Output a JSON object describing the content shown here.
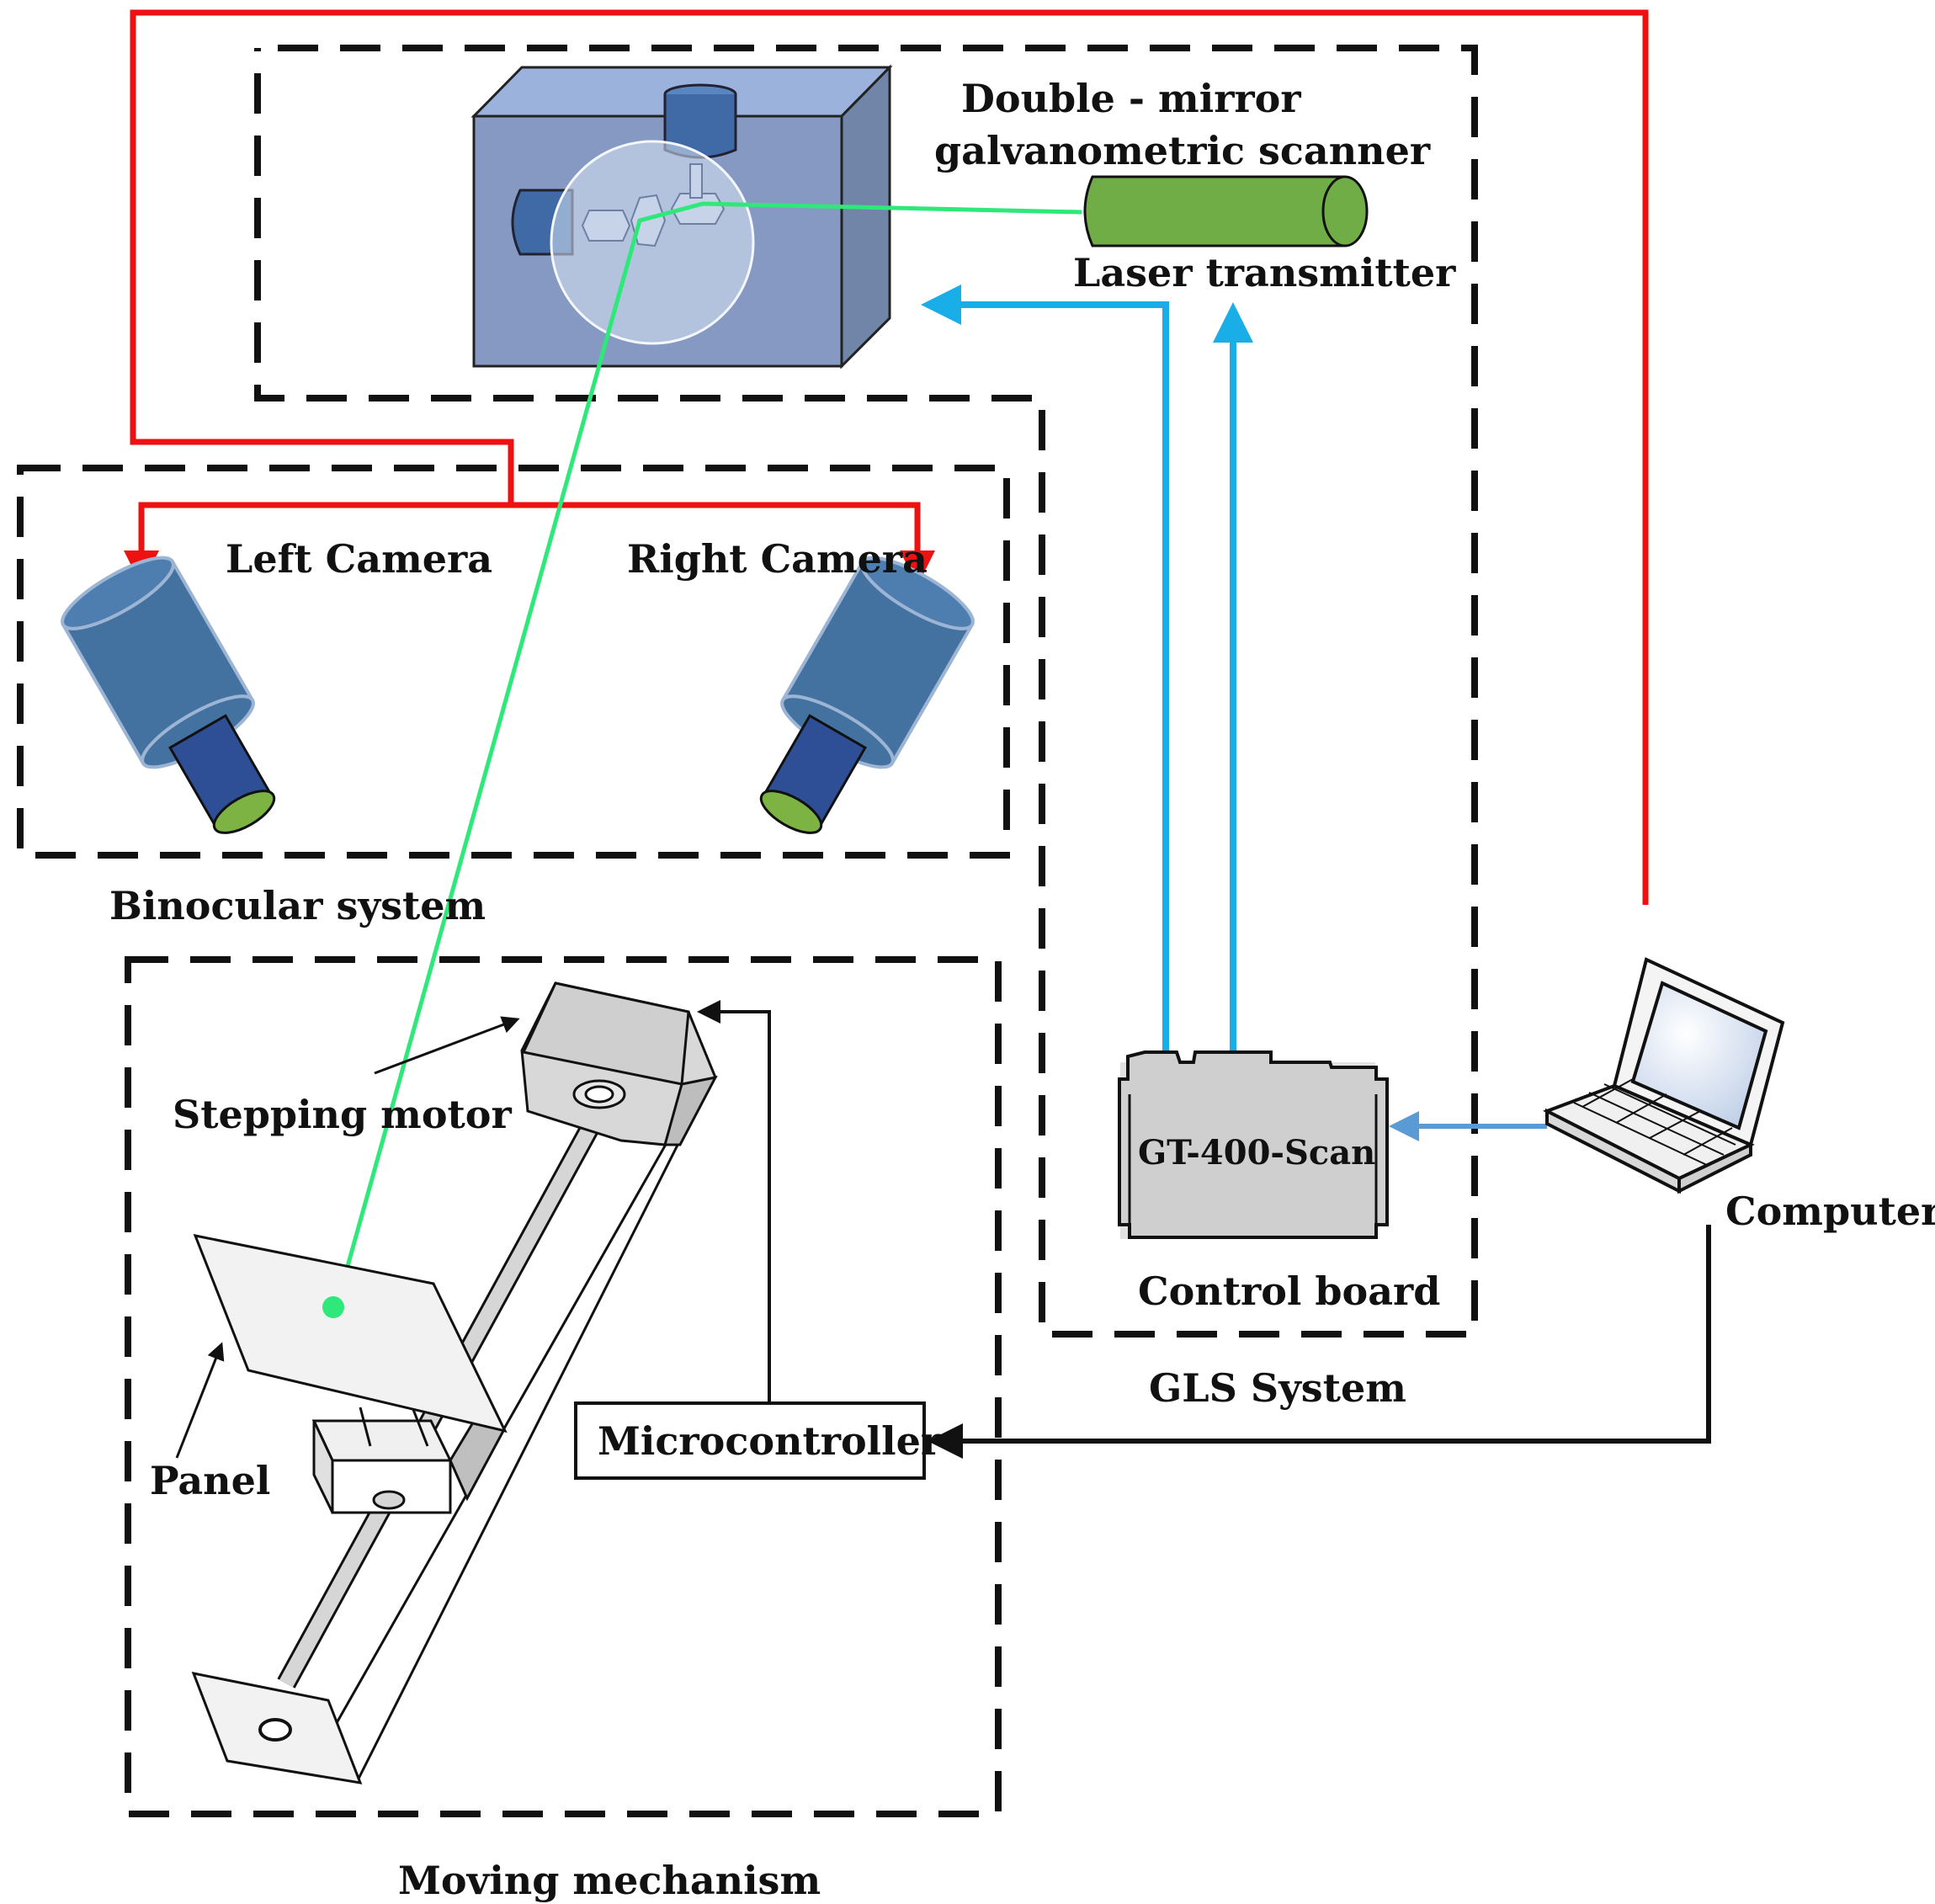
{
  "labels": {
    "scanner_line1": "Double - mirror",
    "scanner_line2": "galvanometric scanner",
    "laser": "Laser transmitter",
    "left_camera": "Left Camera",
    "right_camera": "Right Camera",
    "binocular": "Binocular system",
    "stepping_motor": "Stepping motor",
    "panel": "Panel",
    "microcontroller": "Microcontroller",
    "board_chip": "GT-400-Scan",
    "control_board": "Control board",
    "gls": "GLS System",
    "computer": "Computer",
    "moving": "Moving mechanism"
  },
  "colors": {
    "power_line": "#ee1111",
    "signal_line": "#1aaee8",
    "computer_link": "#5b9bd5",
    "laser_beam": "#2ee87a",
    "laser_body": "#70ad47",
    "camera_body": "#4472a0",
    "camera_lens": "#2e4f96",
    "camera_glass": "#7cb342",
    "scanner_box": "#8aa2c8",
    "dashed_border": "#111111"
  }
}
